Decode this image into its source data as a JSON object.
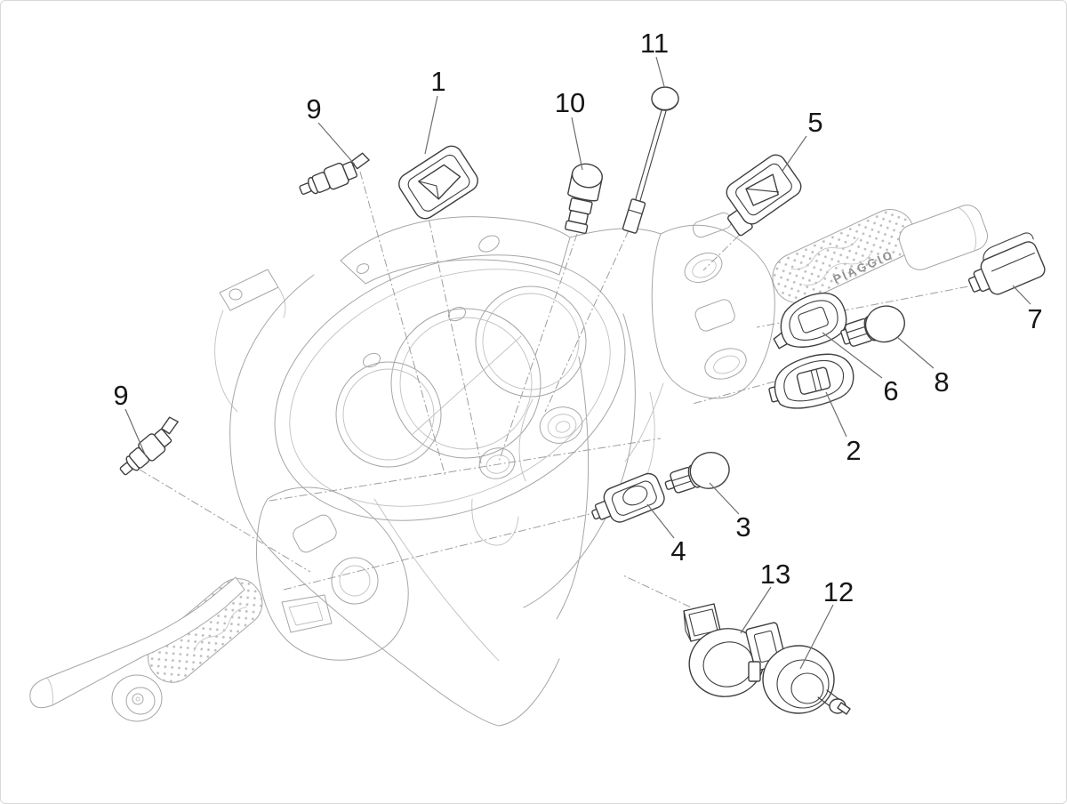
{
  "page": {
    "background": "#ffffff",
    "border_color": "#d8d8d8"
  },
  "colors": {
    "part_line": "#3f3f3f",
    "body_line": "#a6a6a6",
    "leader_line": "#6e6e6e",
    "center_line": "#9e9e9e",
    "callout_text": "#161616",
    "brand_text": "#8f8f8f"
  },
  "brand": {
    "grip_logo": "PIAGGIO"
  },
  "callouts": [
    {
      "label": "9"
    },
    {
      "label": "1"
    },
    {
      "label": "10"
    },
    {
      "label": "11"
    },
    {
      "label": "5"
    },
    {
      "label": "7"
    },
    {
      "label": "8"
    },
    {
      "label": "6"
    },
    {
      "label": "2"
    },
    {
      "label": "9"
    },
    {
      "label": "3"
    },
    {
      "label": "4"
    },
    {
      "label": "13"
    },
    {
      "label": "12"
    }
  ]
}
